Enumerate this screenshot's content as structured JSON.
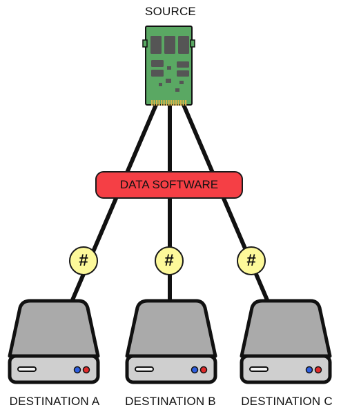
{
  "source": {
    "label": "SOURCE"
  },
  "software": {
    "label": "DATA SOFTWARE"
  },
  "hashes": [
    "#",
    "#",
    "#"
  ],
  "destinations": [
    {
      "label": "DESTINATION A"
    },
    {
      "label": "DESTINATION B"
    },
    {
      "label": "DESTINATION C"
    }
  ],
  "colors": {
    "software_fill": "#f53f45",
    "hash_fill": "#fdf99a",
    "pcb_green": "#5aa863",
    "chip_gray": "#555555",
    "gold_pins": "#d4b24a",
    "drive_top": "#aaaaaa",
    "drive_front": "#cfcfcf",
    "led_blue": "#2f5fe0",
    "led_red": "#e02b2b",
    "line": "#111111"
  },
  "icons": {
    "source": "ssd-circuit-board-icon",
    "destination": "hard-drive-icon"
  }
}
